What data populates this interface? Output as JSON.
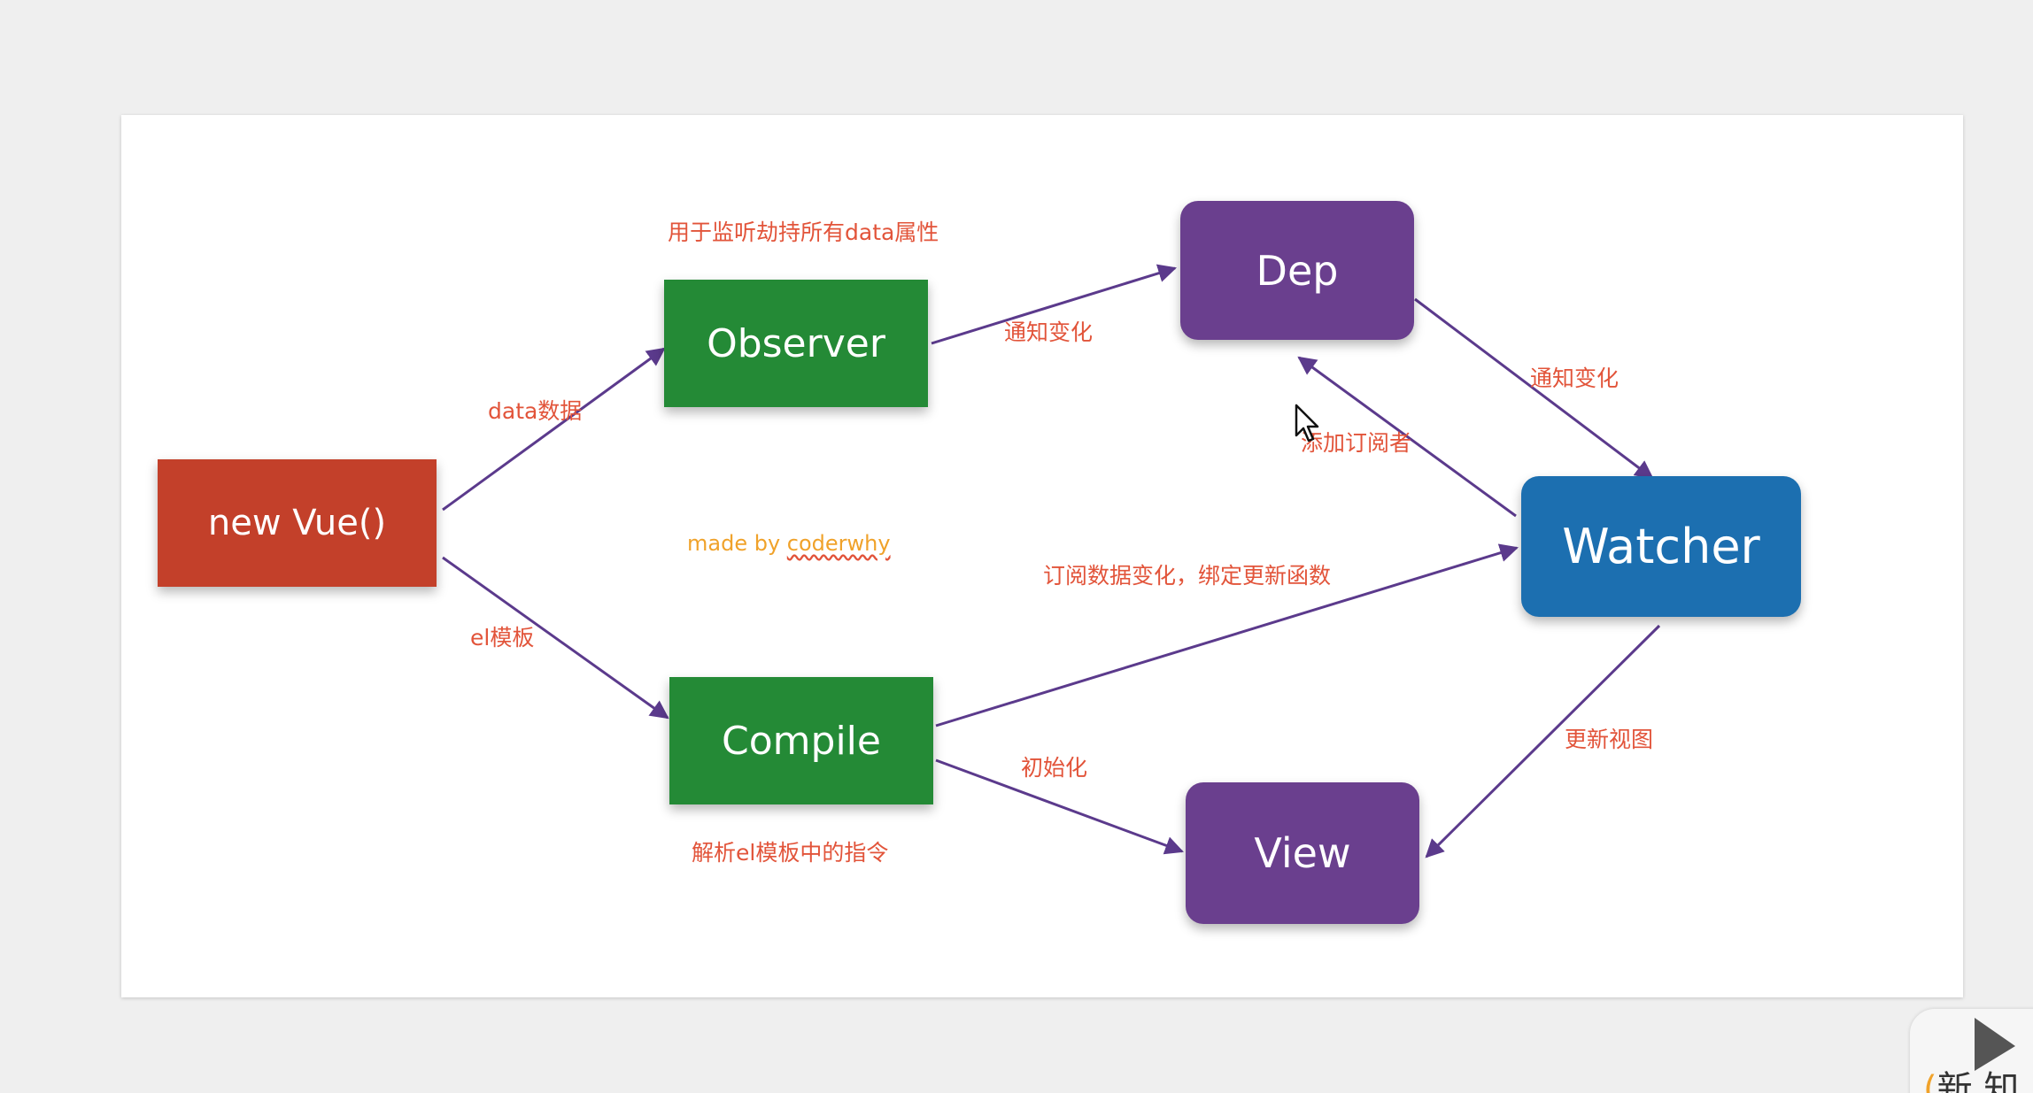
{
  "nodes": {
    "vue": "new Vue()",
    "observer": "Observer",
    "compile": "Compile",
    "dep": "Dep",
    "view": "View",
    "watcher": "Watcher"
  },
  "labels": {
    "observer_desc": "用于监听劫持所有data属性",
    "data": "data数据",
    "el": "el模板",
    "notify1": "通知变化",
    "notify2": "通知变化",
    "add_subscriber": "添加订阅者",
    "subscribe": "订阅数据变化，绑定更新函数",
    "init": "初始化",
    "update_view": "更新视图",
    "compile_desc": "解析el模板中的指令"
  },
  "credit": {
    "prefix": "made by ",
    "author": "coderwhy"
  },
  "corner": {
    "mark": "(",
    "text": "新 知"
  },
  "colors": {
    "vue": "#c3402a",
    "observer_compile": "#248a36",
    "dep_view": "#6a3f8e",
    "watcher": "#1c6fb0",
    "arrow": "#5b3a8c",
    "label_text": "#e2543a",
    "credit_text": "#f0a22a"
  },
  "icons": [
    "mouse-cursor-icon",
    "play-icon"
  ]
}
